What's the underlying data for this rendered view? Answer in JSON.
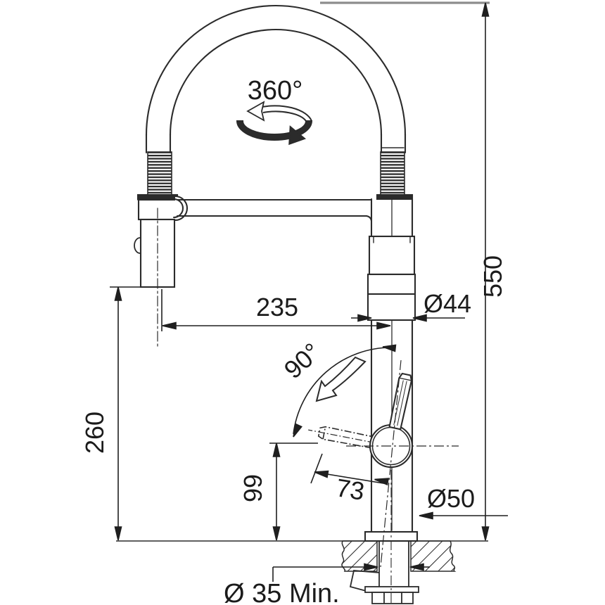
{
  "drawing": {
    "subject": "kitchen faucet dimensional drawing",
    "background": "#ffffff",
    "line_color": "#2b2b2b",
    "gray_line_color": "#8d8d8d",
    "text_color": "#1b1b1b"
  },
  "labels": {
    "rotation": "360°",
    "total_height": "550",
    "spout_reach": "235",
    "spout_diameter": "Ø44",
    "handle_angle": "90°",
    "head_clearance": "260",
    "lever_length": "73",
    "lever_height": "99",
    "base_diameter": "Ø50",
    "hole_min": "Ø 35 Min."
  }
}
